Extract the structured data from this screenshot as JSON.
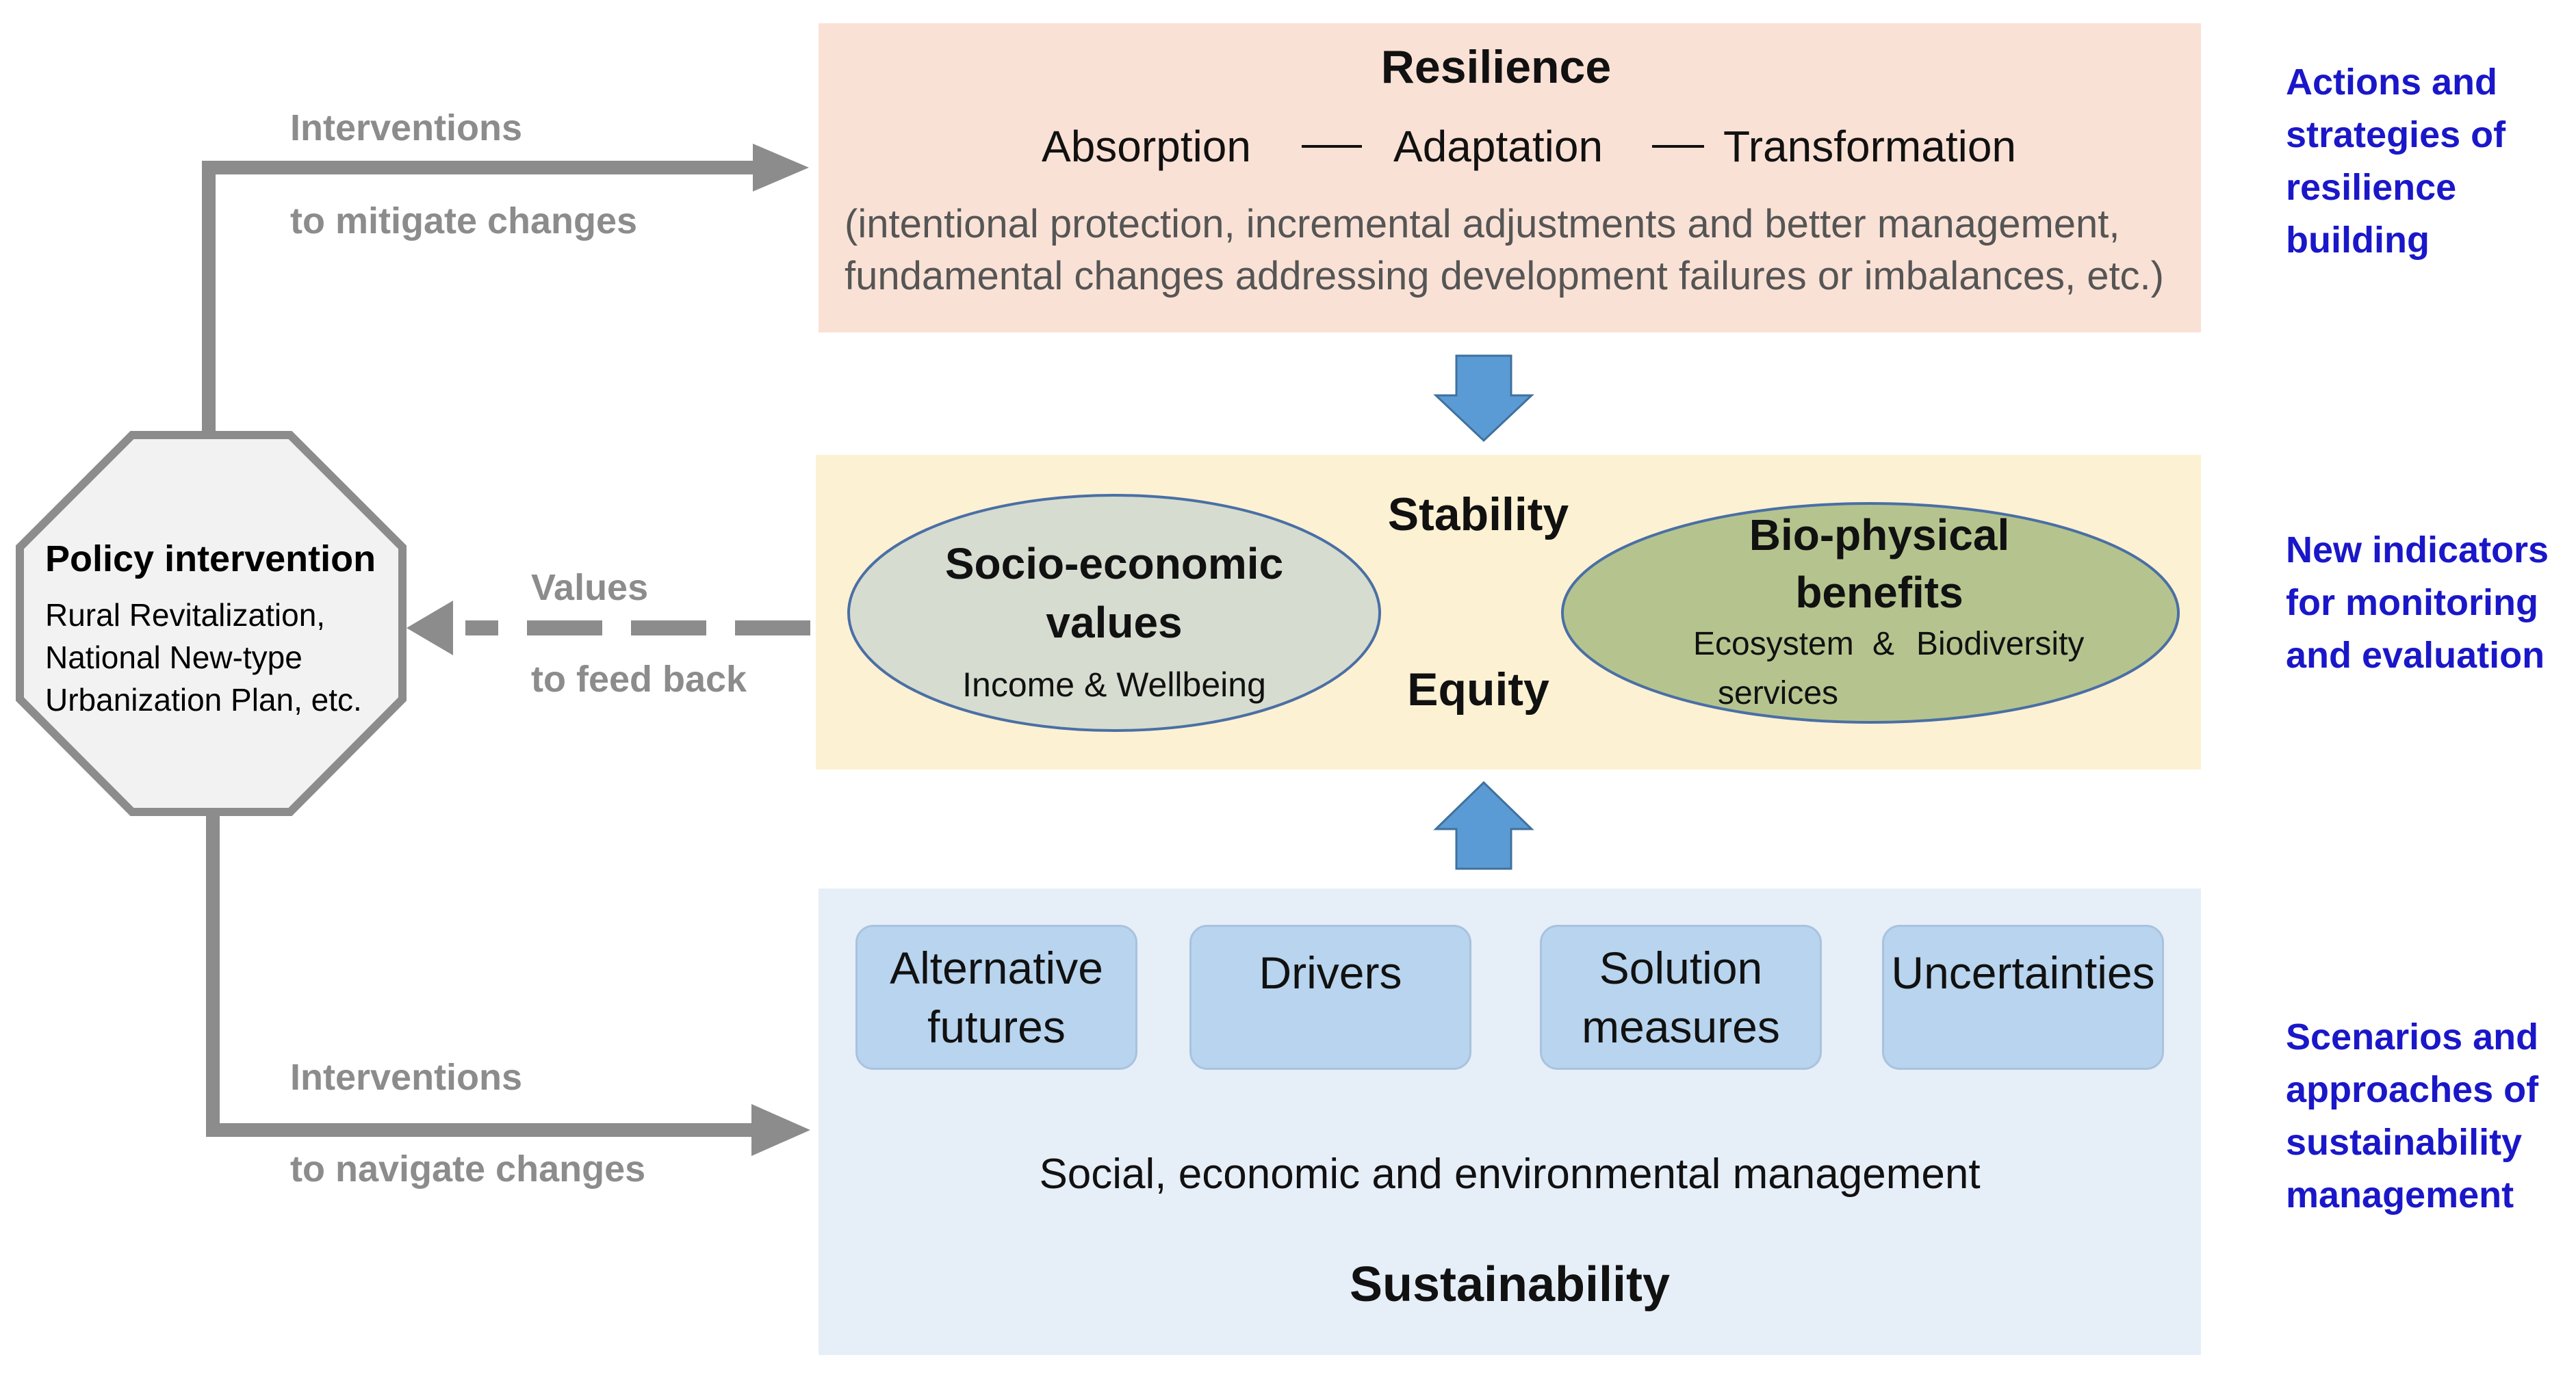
{
  "resilience": {
    "title": "Resilience",
    "stage_1": "Absorption",
    "stage_2": "Adaptation",
    "stage_3": "Transformation",
    "description_line_1": "(intentional protection, incremental adjustments and better management,",
    "description_line_2": "fundamental changes addressing development failures or imbalances, etc.)"
  },
  "center": {
    "stability": "Stability",
    "equity": "Equity",
    "socio_economic": {
      "title_line_1": "Socio-economic",
      "title_line_2": "values",
      "detail": "Income & Wellbeing"
    },
    "bio_physical": {
      "title_line_1": "Bio-physical",
      "title_line_2": "benefits",
      "detail_1": "Ecosystem",
      "detail_amp": "&",
      "detail_2": "Biodiversity",
      "detail_3": "services"
    }
  },
  "sustainability": {
    "boxes": [
      "Alternative\nfutures",
      "Drivers",
      "Solution\nmeasures",
      "Uncertainties"
    ],
    "management": "Social, economic and environmental management",
    "title": "Sustainability"
  },
  "policy": {
    "title": "Policy intervention",
    "detail": "Rural Revitalization,\nNational New-type\nUrbanization Plan, etc."
  },
  "arrows": {
    "top_line_1": "Interventions",
    "top_line_2": "to mitigate changes",
    "middle_line_1": "Values",
    "middle_line_2": "to feed back",
    "bottom_line_1": "Interventions",
    "bottom_line_2": "to navigate changes"
  },
  "side_labels": {
    "top": "Actions and\nstrategies of\nresilience\nbuilding",
    "middle": "New indicators\nfor monitoring\nand evaluation",
    "bottom": "Scenarios and\napproaches of\nsustainability\nmanagement"
  },
  "colors": {
    "resilience_bg": "#fae1d5",
    "equity_bg": "#fdf1d3",
    "sustainability_bg": "#e6eef8",
    "side_label_blue": "#1a17c9",
    "connector_grey": "#8c8c8c",
    "block_arrow_blue": "#5b9bd5"
  }
}
